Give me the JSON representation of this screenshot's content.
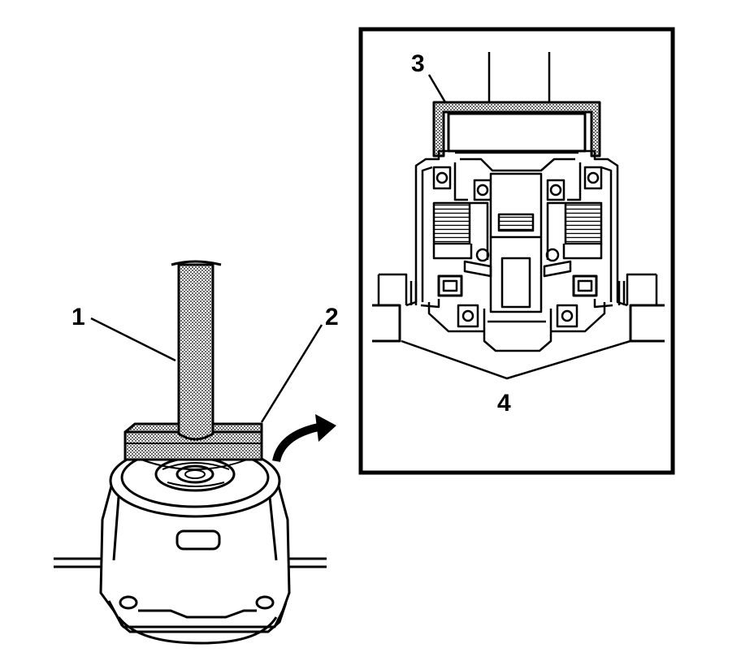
{
  "callouts": {
    "c1": "1",
    "c2": "2",
    "c3": "3",
    "c4": "4"
  },
  "colors": {
    "ink": "#000000",
    "paper": "#ffffff",
    "stipple": "#bdbdbd"
  }
}
